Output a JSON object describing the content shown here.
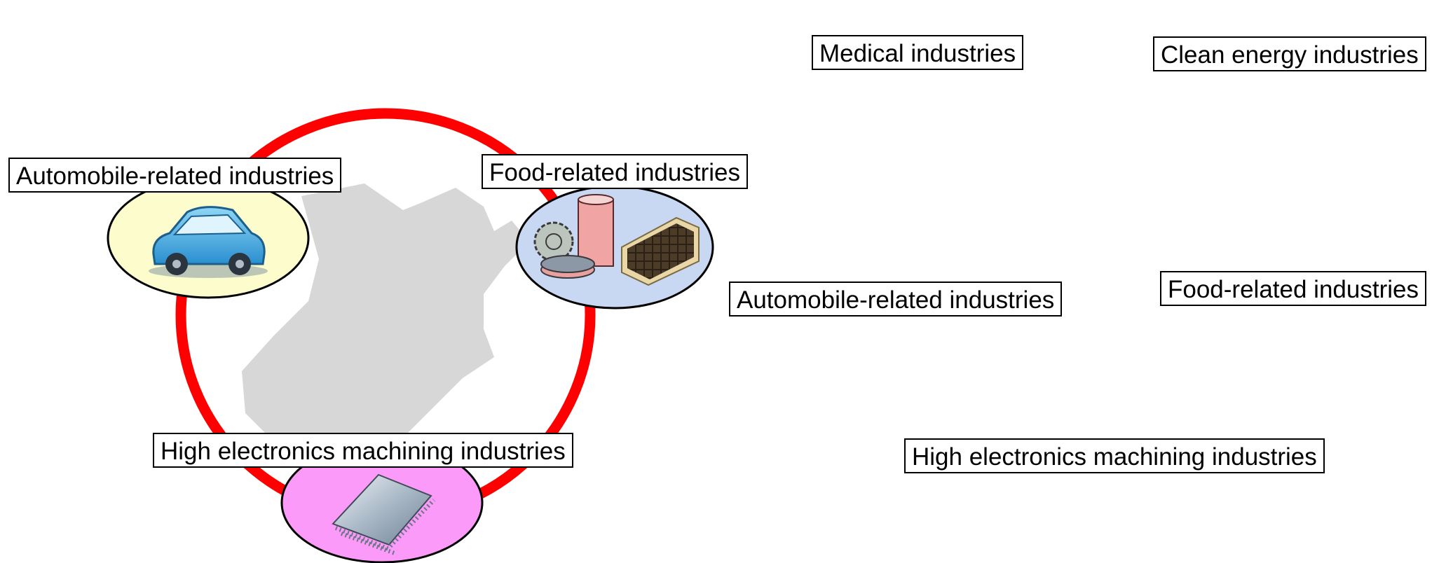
{
  "left_panel": {
    "automobile_label": "Automobile-related industries",
    "food_label": "Food-related industries",
    "electronics_label": "High electronics machining industries"
  },
  "right_panel": {
    "medical_label": "Medical industries",
    "clean_energy_label": "Clean energy industries",
    "automobile_label": "Automobile-related industries",
    "food_label": "Food-related industries",
    "electronics_label": "High electronics machining industries"
  },
  "colors": {
    "ring": "#ff0000",
    "arrow": "#ffc000",
    "map": "#d7d7d7",
    "automobile_ellipse": "#fcfccc",
    "food_ellipse": "#c9d8f2",
    "electronics_ellipse": "#fb9af8",
    "medical_ellipse": "#bde0e6",
    "clean_energy_ellipse": "#cbff66"
  },
  "icons": {
    "automobile": "car-icon",
    "food": "canned-food-icon",
    "electronics": "microchip-icon",
    "medical": "microscope-dna-icon",
    "clean_energy": "solar-panel-icon",
    "logo": "globe-logo"
  }
}
